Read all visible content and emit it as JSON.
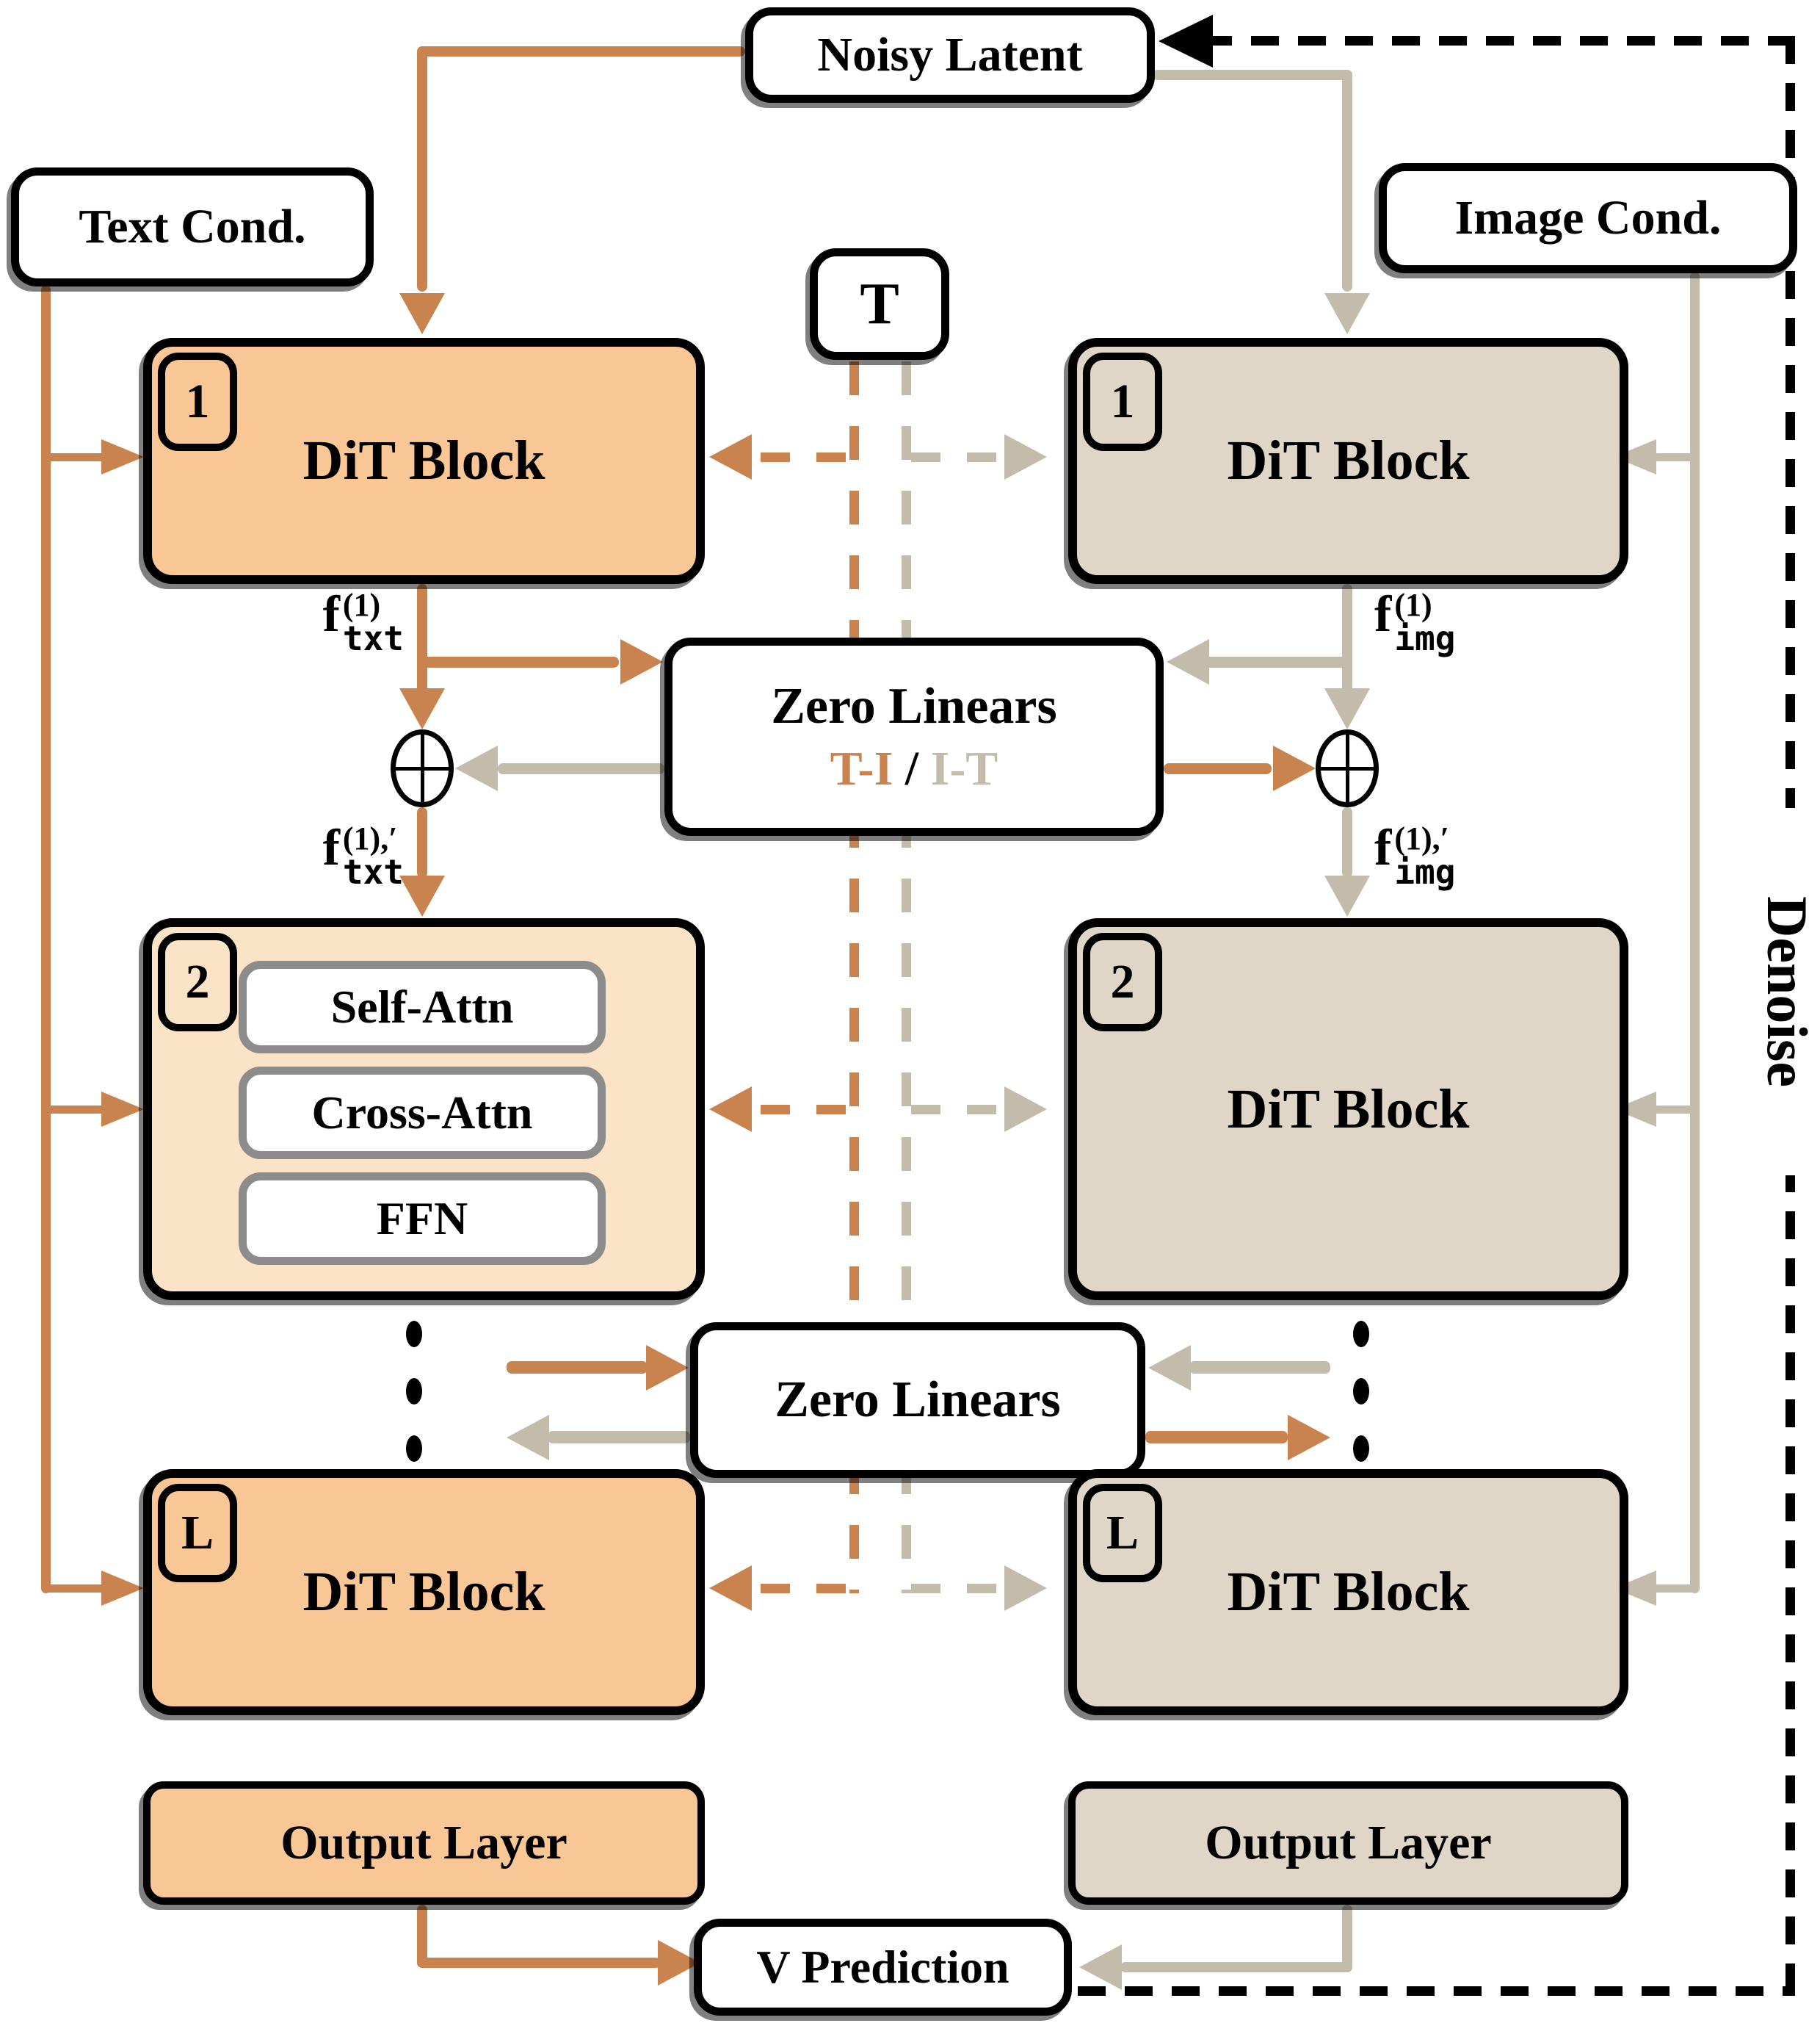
{
  "colors": {
    "orange": "#C9834E",
    "gray": "#C4BCAB",
    "orange_block": "#F9C795",
    "orange_block_light": "#FBE3C7",
    "tan_block": "#E0D6C8",
    "inner_border": "#8C8C8C"
  },
  "nodes": {
    "noisy_latent": "Noisy Latent",
    "text_cond": "Text Cond.",
    "image_cond": "Image Cond.",
    "timestep": "T",
    "dit_block": "DiT Block",
    "self_attn": "Self-Attn",
    "cross_attn": "Cross-Attn",
    "ffn": "FFN",
    "zero_linears": "Zero Linears",
    "ti": "T-I",
    "ti_it_sep": " / ",
    "it": "I-T",
    "output_layer": "Output Layer",
    "v_prediction": "V Prediction",
    "denoise": "Denoise"
  },
  "badges": {
    "b1": "1",
    "b2": "2",
    "bL": "L"
  },
  "flabels": {
    "f_txt_1": {
      "base": "f",
      "sup": "(1)",
      "sub": "txt"
    },
    "f_txt_1_prime": {
      "base": "f",
      "sup": "(1),′",
      "sub": "txt"
    },
    "f_img_1": {
      "base": "f",
      "sup": "(1)",
      "sub": "img"
    },
    "f_img_1_prime": {
      "base": "f",
      "sup": "(1),′",
      "sub": "img"
    }
  }
}
